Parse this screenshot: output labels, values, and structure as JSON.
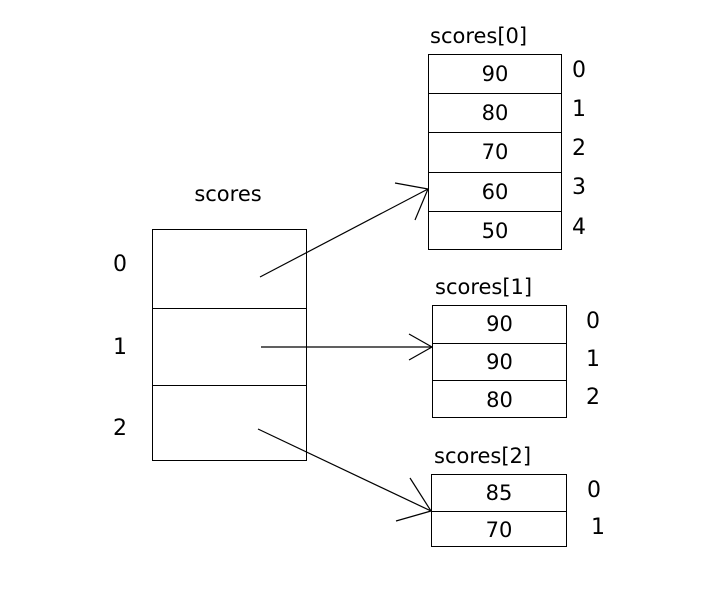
{
  "diagram": {
    "outer_array": {
      "label": "scores",
      "indices": [
        "0",
        "1",
        "2"
      ]
    },
    "inner_arrays": [
      {
        "label": "scores[0]",
        "values": [
          "90",
          "80",
          "70",
          "60",
          "50"
        ],
        "indices": [
          "0",
          "1",
          "2",
          "3",
          "4"
        ]
      },
      {
        "label": "scores[1]",
        "values": [
          "90",
          "90",
          "80"
        ],
        "indices": [
          "0",
          "1",
          "2"
        ]
      },
      {
        "label": "scores[2]",
        "values": [
          "85",
          "70"
        ],
        "indices": [
          "0",
          "1"
        ]
      }
    ],
    "colors": {
      "background": "#ffffff",
      "stroke": "#000000",
      "text": "#000000"
    }
  }
}
